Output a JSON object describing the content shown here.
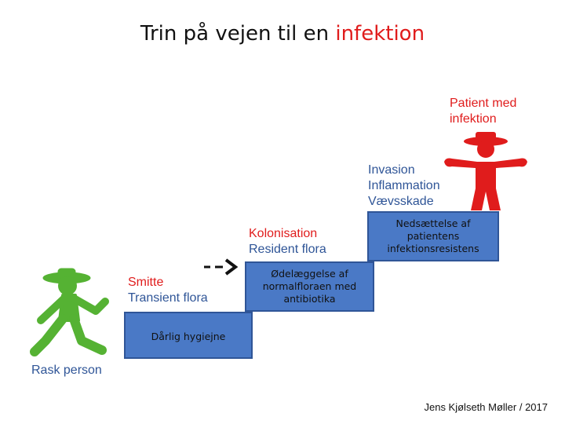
{
  "title": {
    "prefix": "Trin på vejen til en",
    "highlight": "infektion"
  },
  "labels": {
    "patient": [
      "Patient med",
      "infektion"
    ],
    "invasion": [
      "Invasion",
      "Inflammation",
      "Vævsskade"
    ],
    "kolonisation": [
      "Kolonisation",
      "Resident flora"
    ],
    "smitte": [
      "Smitte",
      "Transient flora"
    ],
    "rask": "Rask person"
  },
  "steps": {
    "hygiejne": "Dårlig hygiejne",
    "normalflora": [
      "Ødelæggelse af",
      "normalfloraen med",
      "antibiotika"
    ],
    "resistens": [
      "Nedsættelse af",
      "patientens",
      "infektionsresistens"
    ]
  },
  "credit": "Jens Kjølseth Møller / 2017",
  "colors": {
    "title_accent": "#e01c1c",
    "step_fill": "#4a79c6",
    "green": "#55b233",
    "red": "#e01c1c",
    "blue_text": "#2f5597"
  },
  "icons": [
    "green-walking-man-icon",
    "red-standing-man-icon",
    "dashed-arrow-icon"
  ]
}
